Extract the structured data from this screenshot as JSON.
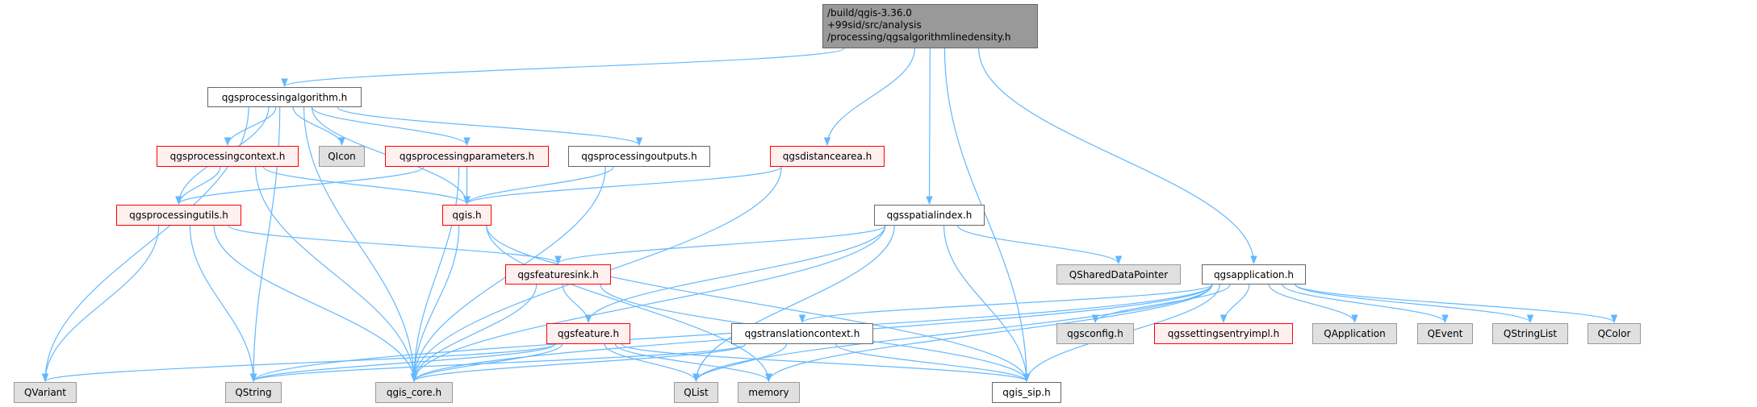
{
  "graph": {
    "nodes": [
      {
        "id": "root",
        "kind": "root",
        "lines": [
          "/build/qgis-3.36.0",
          "+99sid/src/analysis",
          "/processing/qgsalgorithmlinedensity.h"
        ]
      },
      {
        "id": "algo",
        "kind": "normal",
        "label": "qgsprocessingalgorithm.h"
      },
      {
        "id": "ctx",
        "kind": "red",
        "label": "qgsprocessingcontext.h"
      },
      {
        "id": "qicon",
        "kind": "gray",
        "label": "QIcon"
      },
      {
        "id": "params",
        "kind": "red",
        "label": "qgsprocessingparameters.h"
      },
      {
        "id": "outputs",
        "kind": "normal",
        "label": "qgsprocessingoutputs.h"
      },
      {
        "id": "dist",
        "kind": "red",
        "label": "qgsdistancearea.h"
      },
      {
        "id": "utils",
        "kind": "red",
        "label": "qgsprocessingutils.h"
      },
      {
        "id": "qgis",
        "kind": "red",
        "label": "qgis.h"
      },
      {
        "id": "spatial",
        "kind": "normal",
        "label": "qgsspatialindex.h"
      },
      {
        "id": "sink",
        "kind": "red",
        "label": "qgsfeaturesink.h"
      },
      {
        "id": "qshared",
        "kind": "gray",
        "label": "QSharedDataPointer"
      },
      {
        "id": "app",
        "kind": "normal",
        "label": "qgsapplication.h"
      },
      {
        "id": "feature",
        "kind": "red",
        "label": "qgsfeature.h"
      },
      {
        "id": "trans",
        "kind": "normal",
        "label": "qgstranslationcontext.h"
      },
      {
        "id": "config",
        "kind": "gray",
        "label": "qgsconfig.h"
      },
      {
        "id": "settings",
        "kind": "red",
        "label": "qgssettingsentryimpl.h"
      },
      {
        "id": "qapp",
        "kind": "gray",
        "label": "QApplication"
      },
      {
        "id": "qevent",
        "kind": "gray",
        "label": "QEvent"
      },
      {
        "id": "qstrlist",
        "kind": "gray",
        "label": "QStringList"
      },
      {
        "id": "qcolor",
        "kind": "gray",
        "label": "QColor"
      },
      {
        "id": "qvariant",
        "kind": "gray",
        "label": "QVariant"
      },
      {
        "id": "qstring",
        "kind": "gray",
        "label": "QString"
      },
      {
        "id": "core",
        "kind": "gray",
        "label": "qgis_core.h"
      },
      {
        "id": "qlist",
        "kind": "gray",
        "label": "QList"
      },
      {
        "id": "memory",
        "kind": "gray",
        "label": "memory"
      },
      {
        "id": "sip",
        "kind": "normal",
        "label": "qgis_sip.h"
      }
    ],
    "edges": [
      [
        "root",
        "algo"
      ],
      [
        "root",
        "dist"
      ],
      [
        "root",
        "spatial"
      ],
      [
        "root",
        "app"
      ],
      [
        "root",
        "sip"
      ],
      [
        "algo",
        "qvariant"
      ],
      [
        "algo",
        "qstring"
      ],
      [
        "algo",
        "core"
      ],
      [
        "algo",
        "utils"
      ],
      [
        "algo",
        "ctx"
      ],
      [
        "algo",
        "qicon"
      ],
      [
        "algo",
        "params"
      ],
      [
        "algo",
        "outputs"
      ],
      [
        "algo",
        "qgis"
      ],
      [
        "ctx",
        "utils"
      ],
      [
        "ctx",
        "qgis"
      ],
      [
        "ctx",
        "core"
      ],
      [
        "params",
        "utils"
      ],
      [
        "params",
        "qgis"
      ],
      [
        "params",
        "core"
      ],
      [
        "outputs",
        "qgis"
      ],
      [
        "outputs",
        "core"
      ],
      [
        "dist",
        "qgis"
      ],
      [
        "dist",
        "core"
      ],
      [
        "utils",
        "sink"
      ],
      [
        "utils",
        "qvariant"
      ],
      [
        "utils",
        "qstring"
      ],
      [
        "utils",
        "core"
      ],
      [
        "qgis",
        "core"
      ],
      [
        "qgis",
        "memory"
      ],
      [
        "qgis",
        "sip"
      ],
      [
        "spatial",
        "core"
      ],
      [
        "spatial",
        "sink"
      ],
      [
        "spatial",
        "feature"
      ],
      [
        "spatial",
        "qlist"
      ],
      [
        "spatial",
        "qshared"
      ],
      [
        "spatial",
        "sip"
      ],
      [
        "sink",
        "feature"
      ],
      [
        "sink",
        "core"
      ],
      [
        "sink",
        "sip"
      ],
      [
        "app",
        "core"
      ],
      [
        "app",
        "trans"
      ],
      [
        "app",
        "memory"
      ],
      [
        "app",
        "qstring"
      ],
      [
        "app",
        "config"
      ],
      [
        "app",
        "settings"
      ],
      [
        "app",
        "qapp"
      ],
      [
        "app",
        "qevent"
      ],
      [
        "app",
        "qstrlist"
      ],
      [
        "app",
        "qcolor"
      ],
      [
        "app",
        "sip"
      ],
      [
        "app",
        "qlist"
      ],
      [
        "feature",
        "qvariant"
      ],
      [
        "feature",
        "qstring"
      ],
      [
        "feature",
        "core"
      ],
      [
        "feature",
        "qlist"
      ],
      [
        "feature",
        "memory"
      ],
      [
        "feature",
        "sip"
      ],
      [
        "trans",
        "qstring"
      ],
      [
        "trans",
        "core"
      ],
      [
        "trans",
        "qlist"
      ],
      [
        "trans",
        "sip"
      ]
    ]
  },
  "colors": {
    "edge": "#63b8ff",
    "red_border": "#ff0000",
    "red_fill": "#fff0f0",
    "gray_fill": "#e0e0e0",
    "root_fill": "#999999"
  }
}
